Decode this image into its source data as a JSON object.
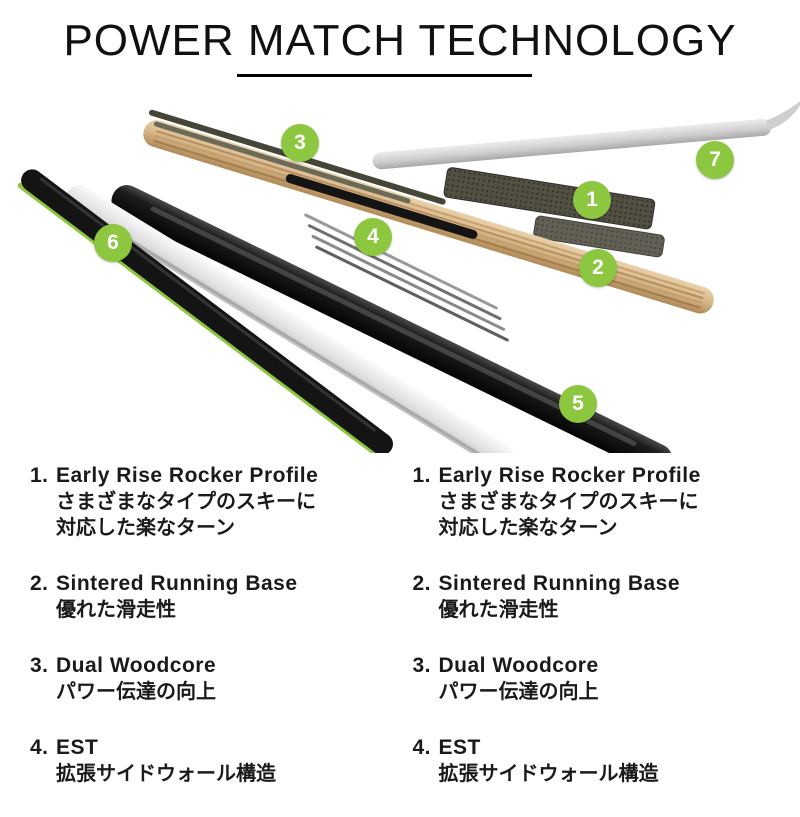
{
  "header": {
    "title": "POWER MATCH TECHNOLOGY"
  },
  "colors": {
    "accent_green": "#8dc63f",
    "title_text": "#111111",
    "body_text": "#1a1a1a"
  },
  "diagram": {
    "badges": [
      {
        "label": "1"
      },
      {
        "label": "2"
      },
      {
        "label": "3"
      },
      {
        "label": "4"
      },
      {
        "label": "5"
      },
      {
        "label": "6"
      },
      {
        "label": "7"
      }
    ]
  },
  "features": [
    {
      "num": "1.",
      "title": "Early Rise Rocker Profile",
      "desc_lines": [
        "さまざまなタイプのスキーに",
        "対応した楽なターン"
      ]
    },
    {
      "num": "2.",
      "title": "Sintered Running Base",
      "desc_lines": [
        "優れた滑走性"
      ]
    },
    {
      "num": "3.",
      "title": "Dual Woodcore",
      "desc_lines": [
        "パワー伝達の向上"
      ]
    },
    {
      "num": "4.",
      "title": "EST",
      "desc_lines": [
        "拡張サイドウォール構造"
      ]
    }
  ]
}
